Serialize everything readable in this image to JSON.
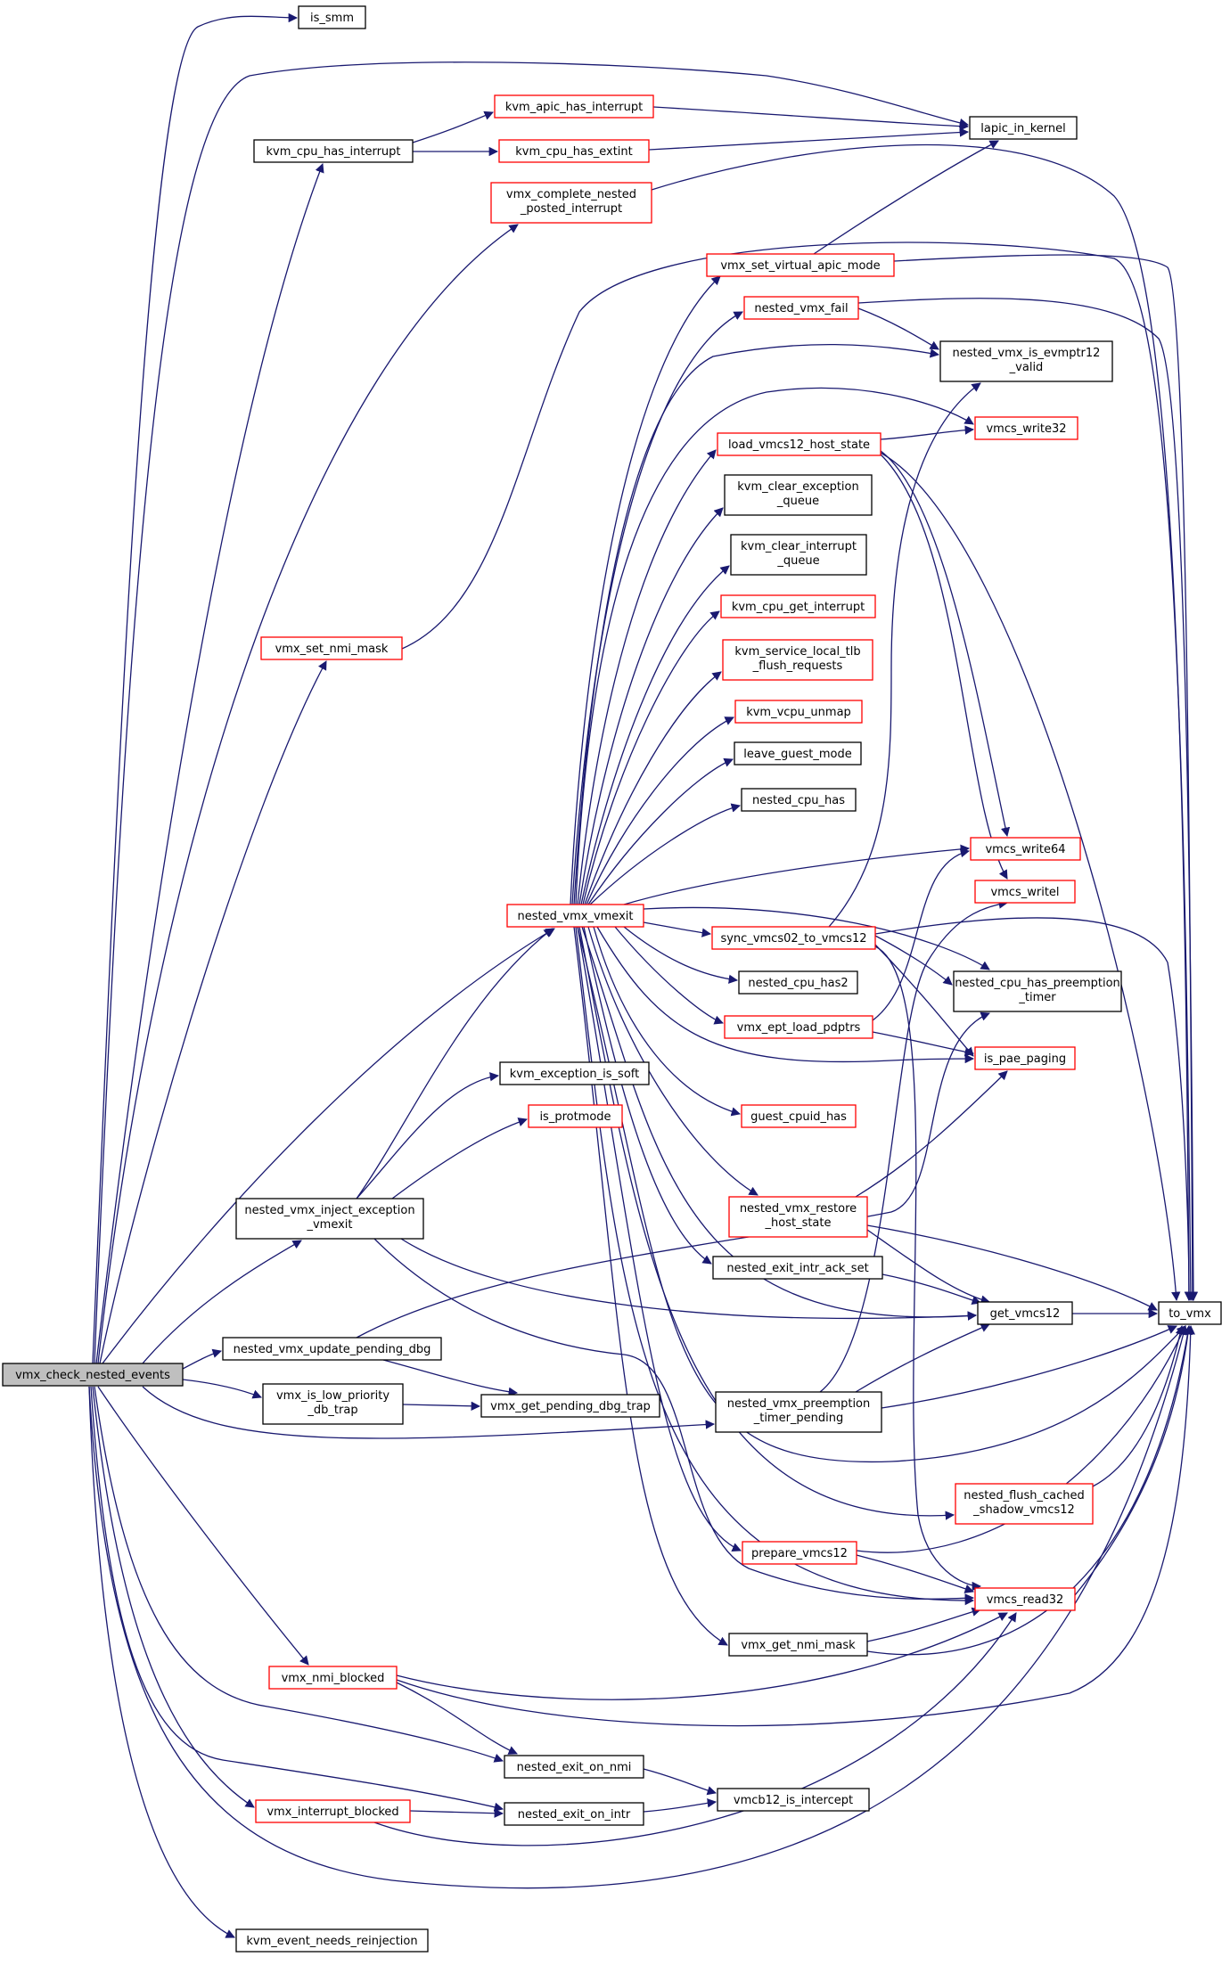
{
  "diagram": {
    "type": "call-graph",
    "colors": {
      "edge": "#191970",
      "root_fill": "#bfbfbf",
      "node_border": "#000000",
      "node_border_undocumented": "#ff0000",
      "node_fill": "#ffffff"
    },
    "nodes": [
      {
        "id": "root",
        "label": "vmx_check_nested_events",
        "style": "root"
      },
      {
        "id": "is_smm",
        "label": "is_smm",
        "style": "normal"
      },
      {
        "id": "kvm_cpu_has_interrupt",
        "label": "kvm_cpu_has_interrupt",
        "style": "normal"
      },
      {
        "id": "kvm_apic_has_interrupt",
        "label": "kvm_apic_has_interrupt",
        "style": "red"
      },
      {
        "id": "kvm_cpu_has_extint",
        "label": "kvm_cpu_has_extint",
        "style": "red"
      },
      {
        "id": "lapic_in_kernel",
        "label": "lapic_in_kernel",
        "style": "normal"
      },
      {
        "id": "vmx_complete_nested",
        "label": "vmx_complete_nested\n_posted_interrupt",
        "style": "red"
      },
      {
        "id": "vmx_set_virtual_apic_mode",
        "label": "vmx_set_virtual_apic_mode",
        "style": "red"
      },
      {
        "id": "nested_vmx_fail",
        "label": "nested_vmx_fail",
        "style": "red"
      },
      {
        "id": "nested_vmx_is_evmptr12",
        "label": "nested_vmx_is_evmptr12\n_valid",
        "style": "normal"
      },
      {
        "id": "load_vmcs12_host_state",
        "label": "load_vmcs12_host_state",
        "style": "red"
      },
      {
        "id": "vmcs_write32",
        "label": "vmcs_write32",
        "style": "red"
      },
      {
        "id": "kvm_clear_exception_queue",
        "label": "kvm_clear_exception\n_queue",
        "style": "normal"
      },
      {
        "id": "kvm_clear_interrupt_queue",
        "label": "kvm_clear_interrupt\n_queue",
        "style": "normal"
      },
      {
        "id": "kvm_cpu_get_interrupt",
        "label": "kvm_cpu_get_interrupt",
        "style": "red"
      },
      {
        "id": "kvm_service_local_tlb",
        "label": "kvm_service_local_tlb\n_flush_requests",
        "style": "red"
      },
      {
        "id": "kvm_vcpu_unmap",
        "label": "kvm_vcpu_unmap",
        "style": "red"
      },
      {
        "id": "leave_guest_mode",
        "label": "leave_guest_mode",
        "style": "normal"
      },
      {
        "id": "nested_cpu_has",
        "label": "nested_cpu_has",
        "style": "normal"
      },
      {
        "id": "vmx_set_nmi_mask",
        "label": "vmx_set_nmi_mask",
        "style": "red"
      },
      {
        "id": "vmcs_write64",
        "label": "vmcs_write64",
        "style": "red"
      },
      {
        "id": "vmcs_writel",
        "label": "vmcs_writel",
        "style": "red"
      },
      {
        "id": "nested_vmx_vmexit",
        "label": "nested_vmx_vmexit",
        "style": "red"
      },
      {
        "id": "sync_vmcs02_to_vmcs12",
        "label": "sync_vmcs02_to_vmcs12",
        "style": "red"
      },
      {
        "id": "nested_cpu_has_preemption_timer",
        "label": "nested_cpu_has_preemption\n_timer",
        "style": "normal"
      },
      {
        "id": "nested_cpu_has2",
        "label": "nested_cpu_has2",
        "style": "normal"
      },
      {
        "id": "vmx_ept_load_pdptrs",
        "label": "vmx_ept_load_pdptrs",
        "style": "red"
      },
      {
        "id": "is_pae_paging",
        "label": "is_pae_paging",
        "style": "red"
      },
      {
        "id": "kvm_exception_is_soft",
        "label": "kvm_exception_is_soft",
        "style": "normal"
      },
      {
        "id": "is_protmode",
        "label": "is_protmode",
        "style": "red"
      },
      {
        "id": "guest_cpuid_has",
        "label": "guest_cpuid_has",
        "style": "red"
      },
      {
        "id": "nested_vmx_inject_exception",
        "label": "nested_vmx_inject_exception\n_vmexit",
        "style": "normal"
      },
      {
        "id": "nested_vmx_restore_host_state",
        "label": "nested_vmx_restore\n_host_state",
        "style": "red"
      },
      {
        "id": "nested_exit_intr_ack_set",
        "label": "nested_exit_intr_ack_set",
        "style": "normal"
      },
      {
        "id": "get_vmcs12",
        "label": "get_vmcs12",
        "style": "normal"
      },
      {
        "id": "to_vmx",
        "label": "to_vmx",
        "style": "normal"
      },
      {
        "id": "nested_vmx_update_pending_dbg",
        "label": "nested_vmx_update_pending_dbg",
        "style": "normal"
      },
      {
        "id": "vmx_is_low_priority_db_trap",
        "label": "vmx_is_low_priority\n_db_trap",
        "style": "normal"
      },
      {
        "id": "vmx_get_pending_dbg_trap",
        "label": "vmx_get_pending_dbg_trap",
        "style": "normal"
      },
      {
        "id": "nested_vmx_preemption_timer_pending",
        "label": "nested_vmx_preemption\n_timer_pending",
        "style": "normal"
      },
      {
        "id": "nested_flush_cached_shadow_vmcs12",
        "label": "nested_flush_cached\n_shadow_vmcs12",
        "style": "red"
      },
      {
        "id": "prepare_vmcs12",
        "label": "prepare_vmcs12",
        "style": "red"
      },
      {
        "id": "vmcs_read32",
        "label": "vmcs_read32",
        "style": "red"
      },
      {
        "id": "vmx_get_nmi_mask",
        "label": "vmx_get_nmi_mask",
        "style": "normal"
      },
      {
        "id": "vmx_nmi_blocked",
        "label": "vmx_nmi_blocked",
        "style": "red"
      },
      {
        "id": "nested_exit_on_nmi",
        "label": "nested_exit_on_nmi",
        "style": "normal"
      },
      {
        "id": "vmcb12_is_intercept",
        "label": "vmcb12_is_intercept",
        "style": "normal"
      },
      {
        "id": "vmx_interrupt_blocked",
        "label": "vmx_interrupt_blocked",
        "style": "red"
      },
      {
        "id": "nested_exit_on_intr",
        "label": "nested_exit_on_intr",
        "style": "normal"
      },
      {
        "id": "kvm_event_needs_reinjection",
        "label": "kvm_event_needs_reinjection",
        "style": "normal"
      }
    ],
    "edges": [
      [
        "root",
        "is_smm"
      ],
      [
        "root",
        "kvm_cpu_has_interrupt"
      ],
      [
        "root",
        "lapic_in_kernel"
      ],
      [
        "root",
        "vmx_complete_nested"
      ],
      [
        "root",
        "vmx_set_nmi_mask"
      ],
      [
        "root",
        "nested_vmx_vmexit"
      ],
      [
        "root",
        "nested_vmx_inject_exception"
      ],
      [
        "root",
        "nested_vmx_update_pending_dbg"
      ],
      [
        "root",
        "vmx_is_low_priority_db_trap"
      ],
      [
        "root",
        "nested_vmx_preemption_timer_pending"
      ],
      [
        "root",
        "vmx_nmi_blocked"
      ],
      [
        "root",
        "nested_exit_on_nmi"
      ],
      [
        "root",
        "vmx_interrupt_blocked"
      ],
      [
        "root",
        "nested_exit_on_intr"
      ],
      [
        "root",
        "kvm_event_needs_reinjection"
      ],
      [
        "root",
        "to_vmx"
      ],
      [
        "kvm_cpu_has_interrupt",
        "kvm_apic_has_interrupt"
      ],
      [
        "kvm_cpu_has_interrupt",
        "kvm_cpu_has_extint"
      ],
      [
        "kvm_cpu_has_extint",
        "lapic_in_kernel"
      ],
      [
        "kvm_apic_has_interrupt",
        "lapic_in_kernel"
      ],
      [
        "vmx_complete_nested",
        "to_vmx"
      ],
      [
        "vmx_set_nmi_mask",
        "to_vmx"
      ],
      [
        "vmx_set_virtual_apic_mode",
        "lapic_in_kernel"
      ],
      [
        "vmx_set_virtual_apic_mode",
        "to_vmx"
      ],
      [
        "nested_vmx_fail",
        "nested_vmx_is_evmptr12"
      ],
      [
        "nested_vmx_fail",
        "to_vmx"
      ],
      [
        "load_vmcs12_host_state",
        "vmcs_write32"
      ],
      [
        "load_vmcs12_host_state",
        "vmcs_write64"
      ],
      [
        "load_vmcs12_host_state",
        "vmcs_writel"
      ],
      [
        "load_vmcs12_host_state",
        "to_vmx"
      ],
      [
        "nested_vmx_vmexit",
        "vmx_set_virtual_apic_mode"
      ],
      [
        "nested_vmx_vmexit",
        "nested_vmx_fail"
      ],
      [
        "nested_vmx_vmexit",
        "nested_vmx_is_evmptr12"
      ],
      [
        "nested_vmx_vmexit",
        "vmcs_write32"
      ],
      [
        "nested_vmx_vmexit",
        "load_vmcs12_host_state"
      ],
      [
        "nested_vmx_vmexit",
        "kvm_clear_exception_queue"
      ],
      [
        "nested_vmx_vmexit",
        "kvm_clear_interrupt_queue"
      ],
      [
        "nested_vmx_vmexit",
        "kvm_cpu_get_interrupt"
      ],
      [
        "nested_vmx_vmexit",
        "kvm_service_local_tlb"
      ],
      [
        "nested_vmx_vmexit",
        "kvm_vcpu_unmap"
      ],
      [
        "nested_vmx_vmexit",
        "leave_guest_mode"
      ],
      [
        "nested_vmx_vmexit",
        "nested_cpu_has"
      ],
      [
        "nested_vmx_vmexit",
        "vmcs_write64"
      ],
      [
        "nested_vmx_vmexit",
        "sync_vmcs02_to_vmcs12"
      ],
      [
        "nested_vmx_vmexit",
        "nested_cpu_has_preemption_timer"
      ],
      [
        "nested_vmx_vmexit",
        "nested_cpu_has2"
      ],
      [
        "nested_vmx_vmexit",
        "vmx_ept_load_pdptrs"
      ],
      [
        "nested_vmx_vmexit",
        "is_pae_paging"
      ],
      [
        "nested_vmx_vmexit",
        "guest_cpuid_has"
      ],
      [
        "nested_vmx_vmexit",
        "nested_vmx_restore_host_state"
      ],
      [
        "nested_vmx_vmexit",
        "nested_exit_intr_ack_set"
      ],
      [
        "nested_vmx_vmexit",
        "get_vmcs12"
      ],
      [
        "nested_vmx_vmexit",
        "nested_flush_cached_shadow_vmcs12"
      ],
      [
        "nested_vmx_vmexit",
        "prepare_vmcs12"
      ],
      [
        "nested_vmx_vmexit",
        "vmcs_read32"
      ],
      [
        "nested_vmx_vmexit",
        "vmx_get_nmi_mask"
      ],
      [
        "nested_vmx_vmexit",
        "to_vmx"
      ],
      [
        "sync_vmcs02_to_vmcs12",
        "nested_vmx_is_evmptr12"
      ],
      [
        "sync_vmcs02_to_vmcs12",
        "nested_cpu_has_preemption_timer"
      ],
      [
        "sync_vmcs02_to_vmcs12",
        "is_pae_paging"
      ],
      [
        "sync_vmcs02_to_vmcs12",
        "vmcs_read32"
      ],
      [
        "sync_vmcs02_to_vmcs12",
        "to_vmx"
      ],
      [
        "vmx_ept_load_pdptrs",
        "is_pae_paging"
      ],
      [
        "vmx_ept_load_pdptrs",
        "vmcs_write64"
      ],
      [
        "nested_vmx_inject_exception",
        "kvm_exception_is_soft"
      ],
      [
        "nested_vmx_inject_exception",
        "is_protmode"
      ],
      [
        "nested_vmx_inject_exception",
        "nested_vmx_vmexit"
      ],
      [
        "nested_vmx_inject_exception",
        "get_vmcs12"
      ],
      [
        "nested_vmx_inject_exception",
        "vmcs_read32"
      ],
      [
        "nested_vmx_restore_host_state",
        "is_pae_paging"
      ],
      [
        "nested_vmx_restore_host_state",
        "get_vmcs12"
      ],
      [
        "nested_vmx_restore_host_state",
        "to_vmx"
      ],
      [
        "nested_exit_intr_ack_set",
        "get_vmcs12"
      ],
      [
        "get_vmcs12",
        "to_vmx"
      ],
      [
        "nested_vmx_update_pending_dbg",
        "nested_cpu_has_preemption_timer"
      ],
      [
        "nested_vmx_update_pending_dbg",
        "vmx_get_pending_dbg_trap"
      ],
      [
        "vmx_is_low_priority_db_trap",
        "vmx_get_pending_dbg_trap"
      ],
      [
        "nested_vmx_preemption_timer_pending",
        "get_vmcs12"
      ],
      [
        "nested_vmx_preemption_timer_pending",
        "to_vmx"
      ],
      [
        "nested_vmx_preemption_timer_pending",
        "vmcs_writel"
      ],
      [
        "nested_flush_cached_shadow_vmcs12",
        "to_vmx"
      ],
      [
        "prepare_vmcs12",
        "vmcs_read32"
      ],
      [
        "prepare_vmcs12",
        "to_vmx"
      ],
      [
        "vmx_get_nmi_mask",
        "vmcs_read32"
      ],
      [
        "vmx_get_nmi_mask",
        "to_vmx"
      ],
      [
        "vmx_nmi_blocked",
        "vmcs_read32"
      ],
      [
        "vmx_nmi_blocked",
        "nested_exit_on_nmi"
      ],
      [
        "vmx_nmi_blocked",
        "to_vmx"
      ],
      [
        "nested_exit_on_nmi",
        "vmcb12_is_intercept"
      ],
      [
        "nested_exit_on_intr",
        "vmcb12_is_intercept"
      ],
      [
        "vmx_interrupt_blocked",
        "nested_exit_on_intr"
      ],
      [
        "vmx_interrupt_blocked",
        "vmcs_read32"
      ],
      [
        "vmcs_read32",
        "to_vmx"
      ]
    ]
  }
}
